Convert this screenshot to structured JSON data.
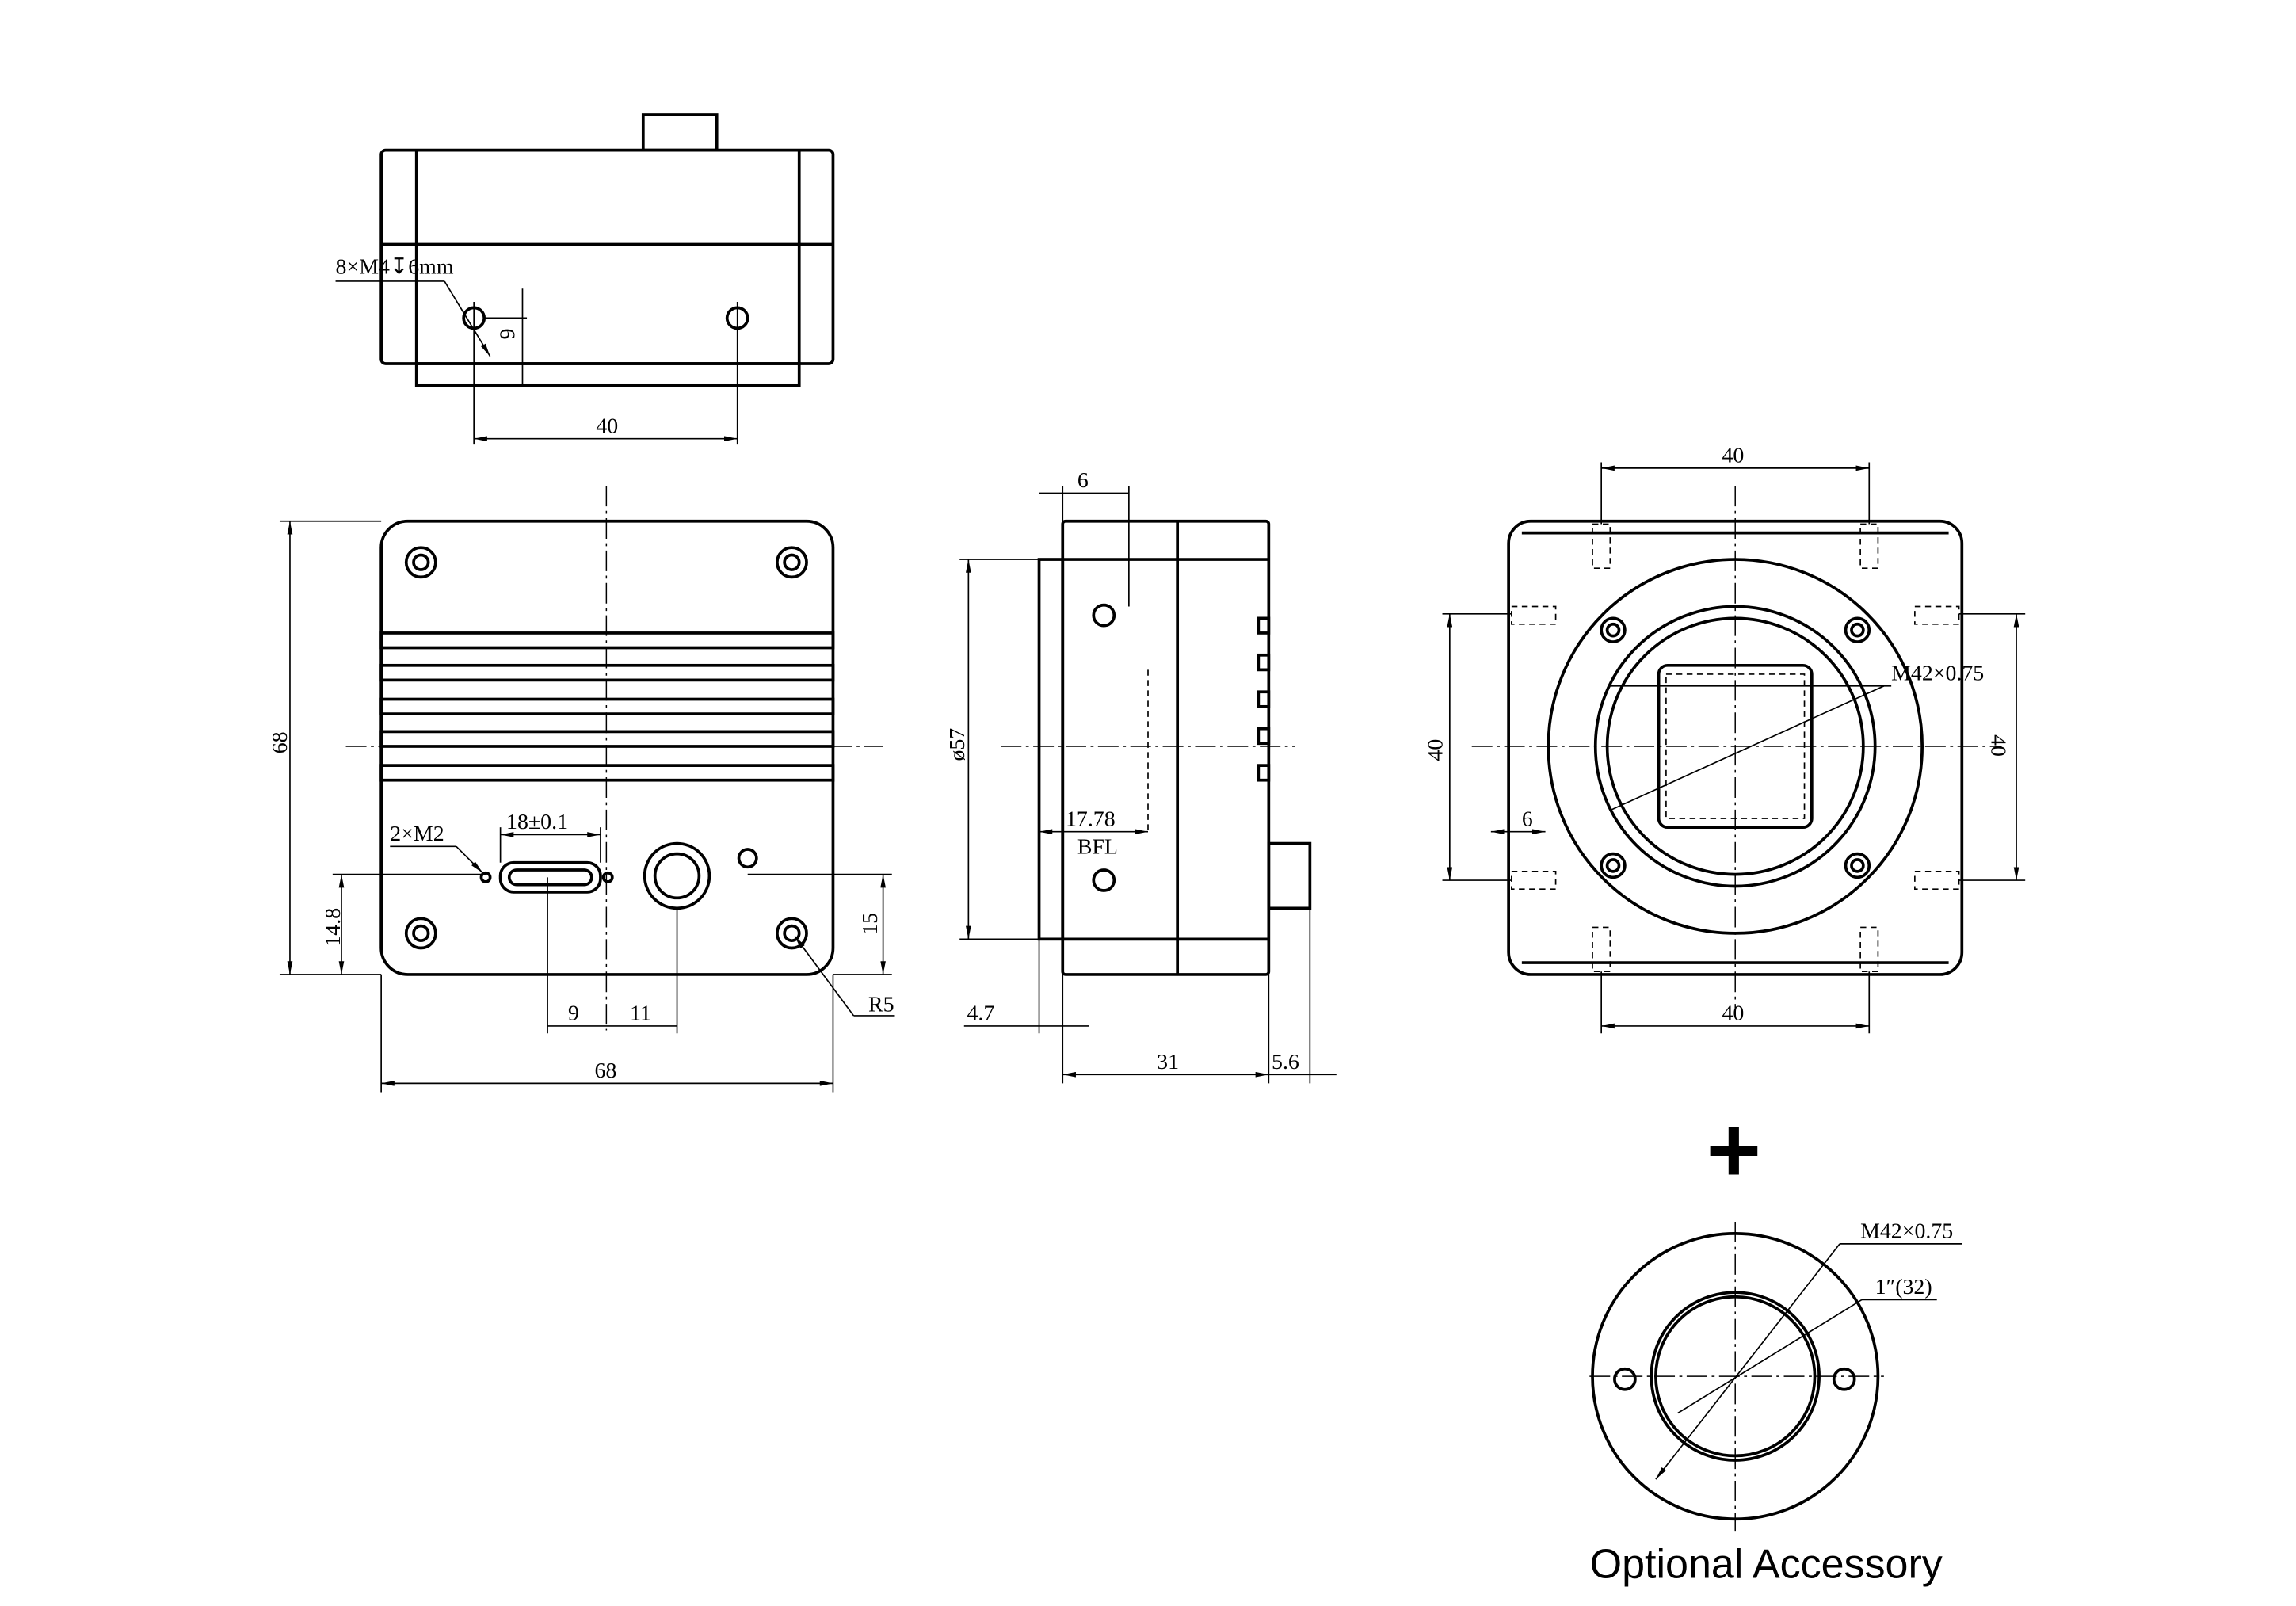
{
  "top_view": {
    "thread_label": "8×M4↧6mm",
    "dim_6": "6",
    "dim_40": "40"
  },
  "front_view": {
    "dim_height": "68",
    "dim_width": "68",
    "dim_14_8": "14.8",
    "dim_15": "15",
    "dim_9": "9",
    "dim_11": "11",
    "dim_18": "18±0.1",
    "screw_label": "2×M2",
    "radius_label": "R5"
  },
  "side_view": {
    "dim_6": "6",
    "dim_dia57": "ø57",
    "dim_bfl": "17.78",
    "bfl_label": "BFL",
    "dim_4_7": "4.7",
    "dim_31": "31",
    "dim_5_6": "5.6"
  },
  "mount_view": {
    "dim_top": "40",
    "dim_bottom": "40",
    "dim_left": "40",
    "dim_right": "40",
    "dim_6": "6",
    "thread_label": "M42×0.75"
  },
  "accessory": {
    "plus": "+",
    "thread_label": "M42×0.75",
    "size_label": "1″(32)",
    "caption": "Optional Accessory"
  }
}
